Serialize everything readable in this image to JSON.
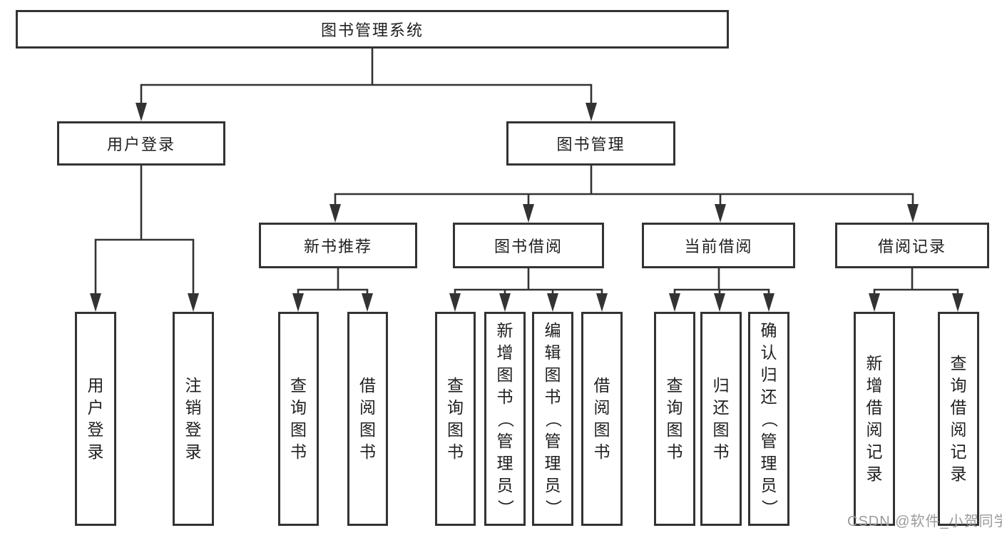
{
  "diagram": {
    "title": "图书管理系统",
    "watermark": "CSDN @软件_小贺同学",
    "colors": {
      "line": "#333333",
      "border": "#333333",
      "text": "#1f1f1f",
      "background": "#ffffff",
      "watermark": "#9b9b9b"
    },
    "nodes": {
      "root": {
        "label": "图书管理系统"
      },
      "user_login": {
        "label": "用户登录"
      },
      "book_mgmt": {
        "label": "图书管理"
      },
      "new_book_rec": {
        "label": "新书推荐"
      },
      "book_borrow": {
        "label": "图书借阅"
      },
      "current_borrow": {
        "label": "当前借阅"
      },
      "borrow_record": {
        "label": "借阅记录"
      },
      "leaf_user_login": {
        "label": "用户登录"
      },
      "leaf_logout": {
        "label": "注销登录"
      },
      "leaf_query_book_rec": {
        "label": "查询图书"
      },
      "leaf_borrow_book_rec": {
        "label": "借阅图书"
      },
      "leaf_query_book_borrow": {
        "label": "查询图书"
      },
      "leaf_add_book": {
        "label": "新增图书（管理员）"
      },
      "leaf_edit_book": {
        "label": "编辑图书（管理员）"
      },
      "leaf_borrow_book_borrow": {
        "label": "借阅图书"
      },
      "leaf_query_book_current": {
        "label": "查询图书"
      },
      "leaf_return_book": {
        "label": "归还图书"
      },
      "leaf_confirm_return": {
        "label": "确认归还（管理员）"
      },
      "leaf_add_borrow_record": {
        "label": "新增借阅记录"
      },
      "leaf_query_borrow_record": {
        "label": "查询借阅记录"
      }
    },
    "hierarchy": {
      "图书管理系统": {
        "用户登录": [
          "用户登录",
          "注销登录"
        ],
        "图书管理": {
          "新书推荐": [
            "查询图书",
            "借阅图书"
          ],
          "图书借阅": [
            "查询图书",
            "新增图书（管理员）",
            "编辑图书（管理员）",
            "借阅图书"
          ],
          "当前借阅": [
            "查询图书",
            "归还图书",
            "确认归还（管理员）"
          ],
          "借阅记录": [
            "新增借阅记录",
            "查询借阅记录"
          ]
        }
      }
    }
  }
}
